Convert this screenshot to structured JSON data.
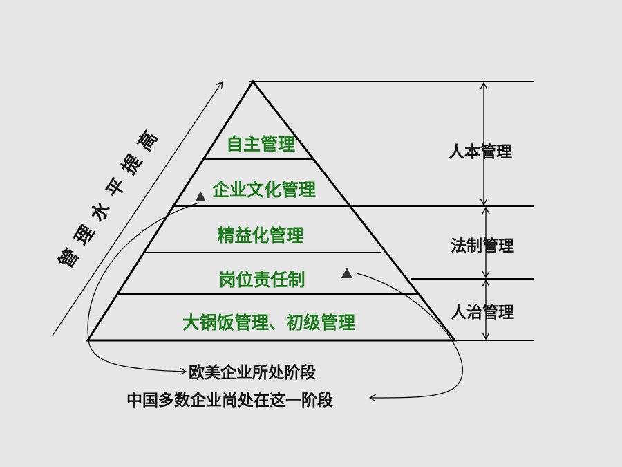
{
  "colors": {
    "background": "#e6e6e6",
    "line": "#000000",
    "level_text": "#1a7a1a",
    "category_text": "#111111"
  },
  "axis_label": "管理水平提高",
  "pyramid_levels": [
    {
      "label": "自主管理"
    },
    {
      "label": "企业文化管理"
    },
    {
      "label": "精益化管理"
    },
    {
      "label": "岗位责任制"
    },
    {
      "label": "大锅饭管理、初级管理"
    }
  ],
  "categories": [
    {
      "label": "人本管理"
    },
    {
      "label": "法制管理"
    },
    {
      "label": "人治管理"
    }
  ],
  "notes": {
    "europe_us": "欧美企业所处阶段",
    "china": "中国多数企业尚处在这一阶段"
  },
  "markers": [
    {
      "name": "europe-us-stage-marker",
      "icon": "triangle-marker"
    },
    {
      "name": "china-stage-marker",
      "icon": "triangle-marker"
    }
  ]
}
